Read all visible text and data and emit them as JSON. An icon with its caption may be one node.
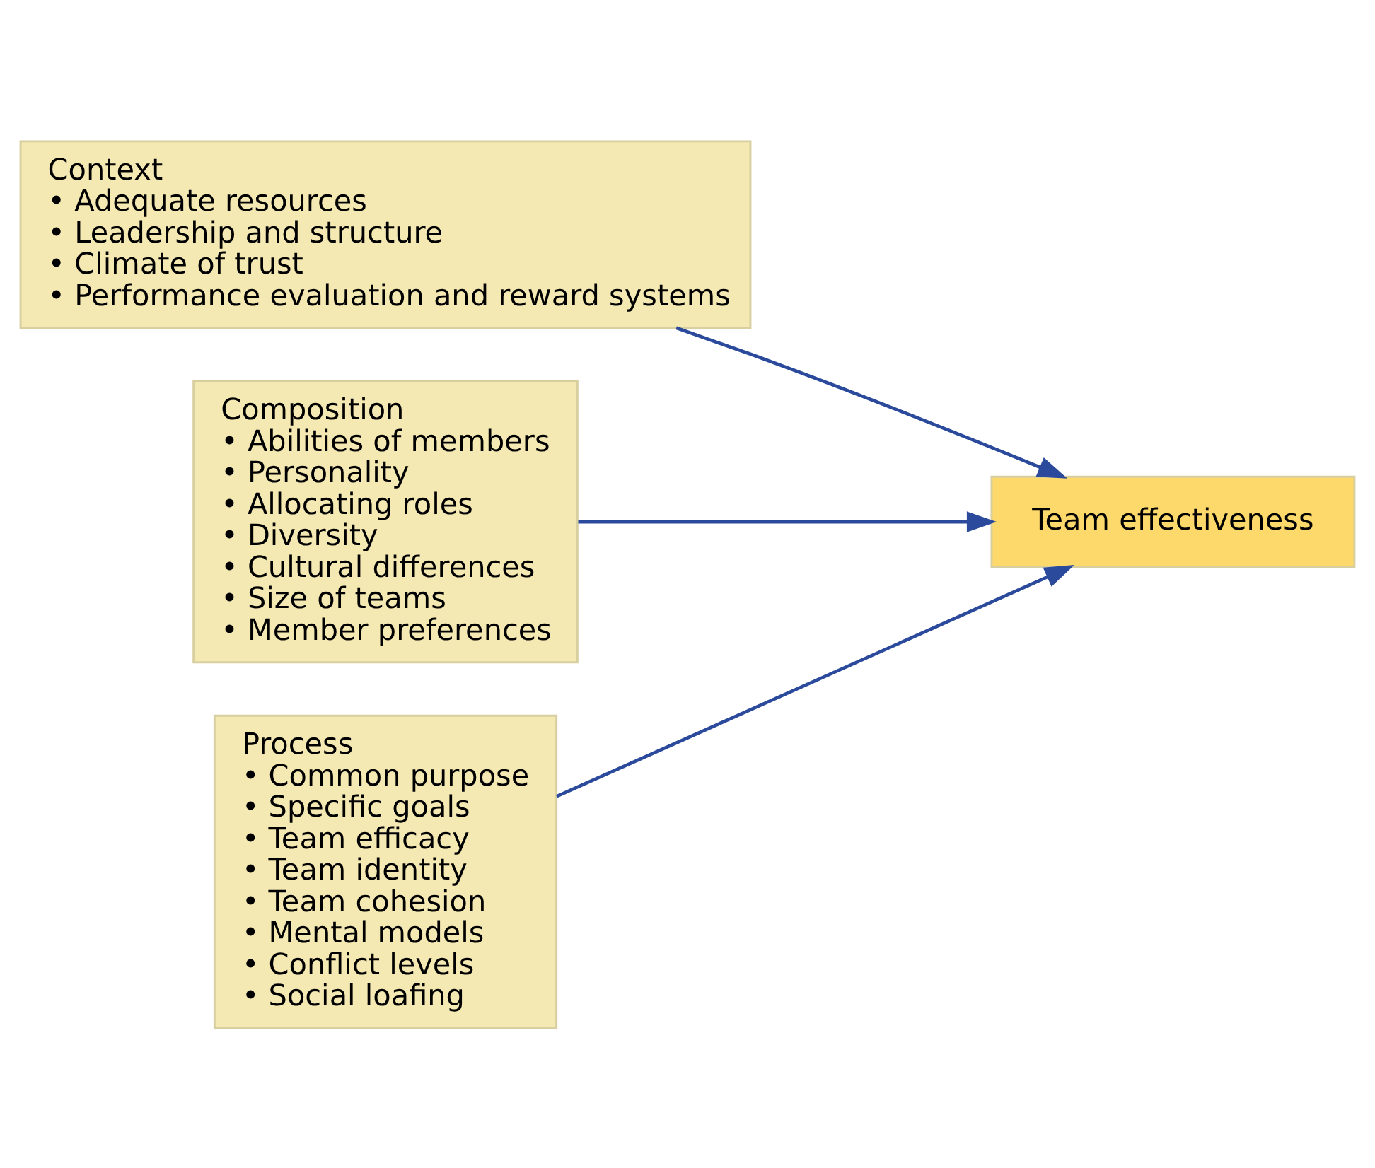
{
  "diagram": {
    "nodes": [
      {
        "text": [
          "Context",
          "• Adequate resources",
          "• Leadership and structure",
          "• Climate of trust",
          "• Performance evaluation and reward systems"
        ]
      },
      {
        "text": [
          "Composition",
          "• Abilities of members",
          "• Personality",
          "• Allocating roles",
          "• Diversity",
          "• Cultural differences",
          "• Size of teams",
          "• Member preferences"
        ]
      },
      {
        "text": [
          "Process",
          "• Common purpose",
          "• Specific goals",
          "• Team efficacy",
          "• Team identity",
          "• Team cohesion",
          "• Mental models",
          "• Conflict levels",
          "• Social loafing"
        ]
      },
      {
        "text": [
          "Team effectiveness"
        ]
      }
    ],
    "edges": [
      {
        "from": 0,
        "to": 3,
        "arrow": "to"
      },
      {
        "from": 1,
        "to": 3,
        "arrow": "to"
      },
      {
        "from": 2,
        "to": 3,
        "arrow": "to"
      }
    ]
  }
}
